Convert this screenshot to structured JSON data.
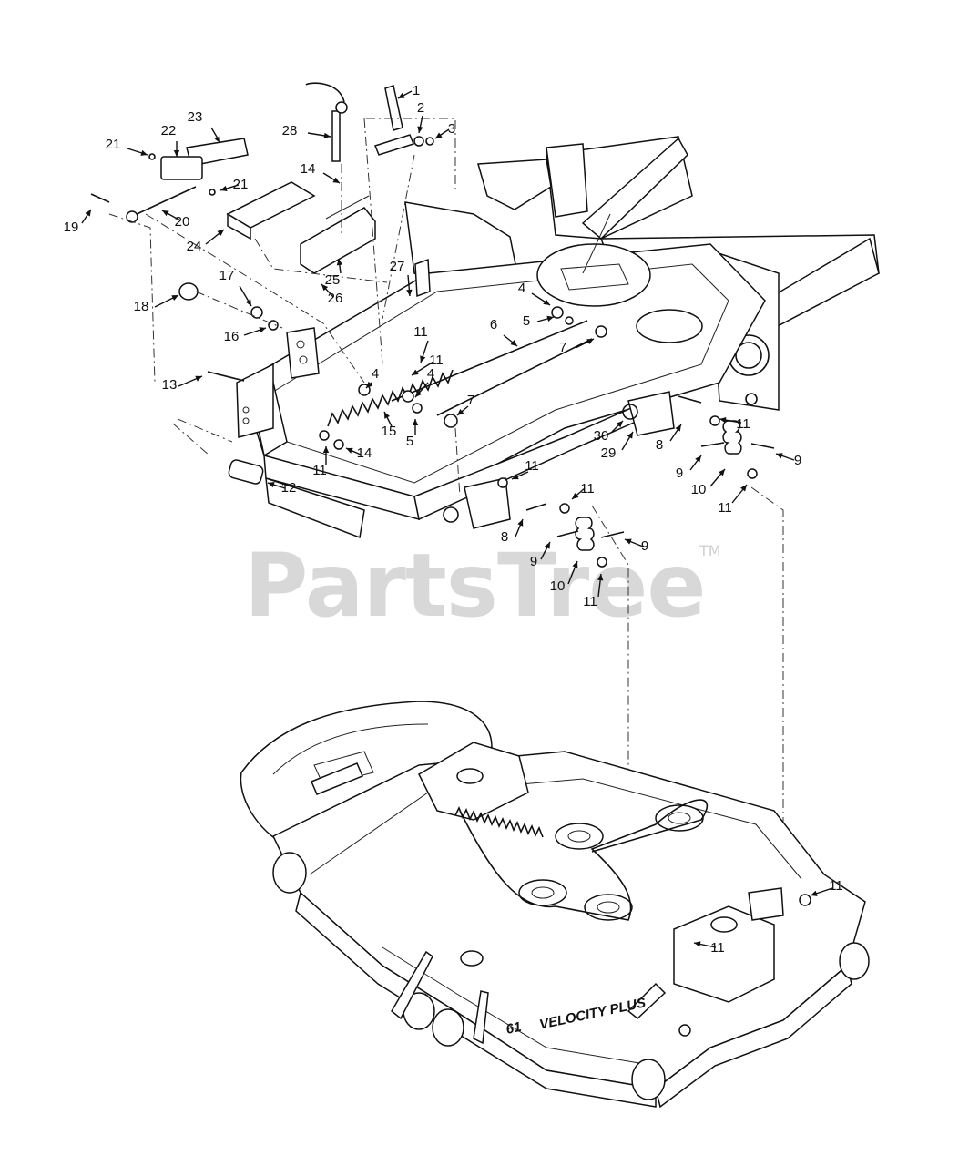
{
  "watermark": {
    "text": "PartsTree",
    "trademark": "TM"
  },
  "deck": {
    "badge_text": "61",
    "brand_text": "VELOCITY PLUS"
  },
  "callouts": [
    "1",
    "2",
    "3",
    "4",
    "5",
    "6",
    "7",
    "8",
    "9",
    "10",
    "11",
    "12",
    "13",
    "14",
    "15",
    "16",
    "17",
    "18",
    "19",
    "20",
    "21",
    "22",
    "23",
    "24",
    "25",
    "26",
    "27",
    "28",
    "29",
    "30"
  ],
  "labels": [
    {
      "id": "c1",
      "text": "1"
    },
    {
      "id": "c2",
      "text": "2"
    },
    {
      "id": "c3",
      "text": "3"
    },
    {
      "id": "c4a",
      "text": "4"
    },
    {
      "id": "c5a",
      "text": "5"
    },
    {
      "id": "c6",
      "text": "6"
    },
    {
      "id": "c7a",
      "text": "7"
    },
    {
      "id": "c4b",
      "text": "4"
    },
    {
      "id": "c4c",
      "text": "4"
    },
    {
      "id": "c11a",
      "text": "11"
    },
    {
      "id": "c11b",
      "text": "11"
    },
    {
      "id": "c5b",
      "text": "5"
    },
    {
      "id": "c7b",
      "text": "7"
    },
    {
      "id": "c15",
      "text": "15"
    },
    {
      "id": "c14b",
      "text": "14"
    },
    {
      "id": "c11c",
      "text": "11"
    },
    {
      "id": "c12",
      "text": "12"
    },
    {
      "id": "c13",
      "text": "13"
    },
    {
      "id": "c16",
      "text": "16"
    },
    {
      "id": "c17",
      "text": "17"
    },
    {
      "id": "c18",
      "text": "18"
    },
    {
      "id": "c19",
      "text": "19"
    },
    {
      "id": "c20",
      "text": "20"
    },
    {
      "id": "c21a",
      "text": "21"
    },
    {
      "id": "c21b",
      "text": "21"
    },
    {
      "id": "c22",
      "text": "22"
    },
    {
      "id": "c23",
      "text": "23"
    },
    {
      "id": "c24",
      "text": "24"
    },
    {
      "id": "c25",
      "text": "25"
    },
    {
      "id": "c26",
      "text": "26"
    },
    {
      "id": "c27",
      "text": "27"
    },
    {
      "id": "c28",
      "text": "28"
    },
    {
      "id": "c14a",
      "text": "14"
    },
    {
      "id": "c11d",
      "text": "11"
    },
    {
      "id": "c8a",
      "text": "8"
    },
    {
      "id": "c9a",
      "text": "9"
    },
    {
      "id": "c9b",
      "text": "9"
    },
    {
      "id": "c10a",
      "text": "10"
    },
    {
      "id": "c11e",
      "text": "11"
    },
    {
      "id": "c29",
      "text": "29"
    },
    {
      "id": "c30",
      "text": "30"
    },
    {
      "id": "c11f",
      "text": "11"
    },
    {
      "id": "c11g",
      "text": "11"
    },
    {
      "id": "c8b",
      "text": "8"
    },
    {
      "id": "c9c",
      "text": "9"
    },
    {
      "id": "c9d",
      "text": "9"
    },
    {
      "id": "c10b",
      "text": "10"
    },
    {
      "id": "c11h",
      "text": "11"
    },
    {
      "id": "c11i",
      "text": "11"
    },
    {
      "id": "c11j",
      "text": "11"
    }
  ]
}
